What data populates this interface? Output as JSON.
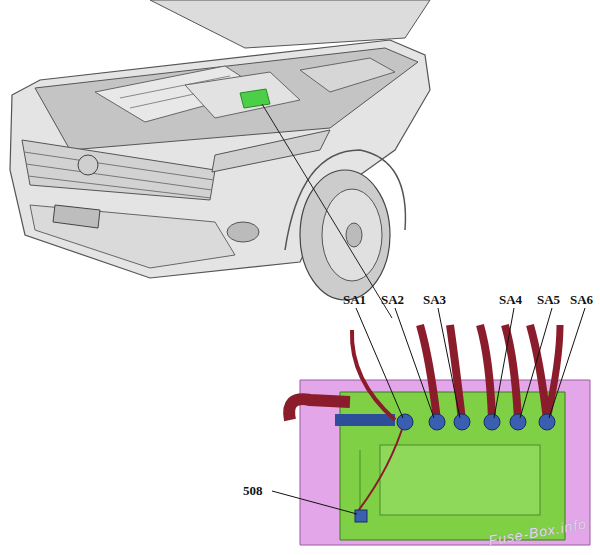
{
  "diagram": {
    "labels": [
      "SA1",
      "SA2",
      "SA3",
      "SA4",
      "SA5",
      "SA6",
      "508",
      "Fuse-Box.info"
    ]
  }
}
